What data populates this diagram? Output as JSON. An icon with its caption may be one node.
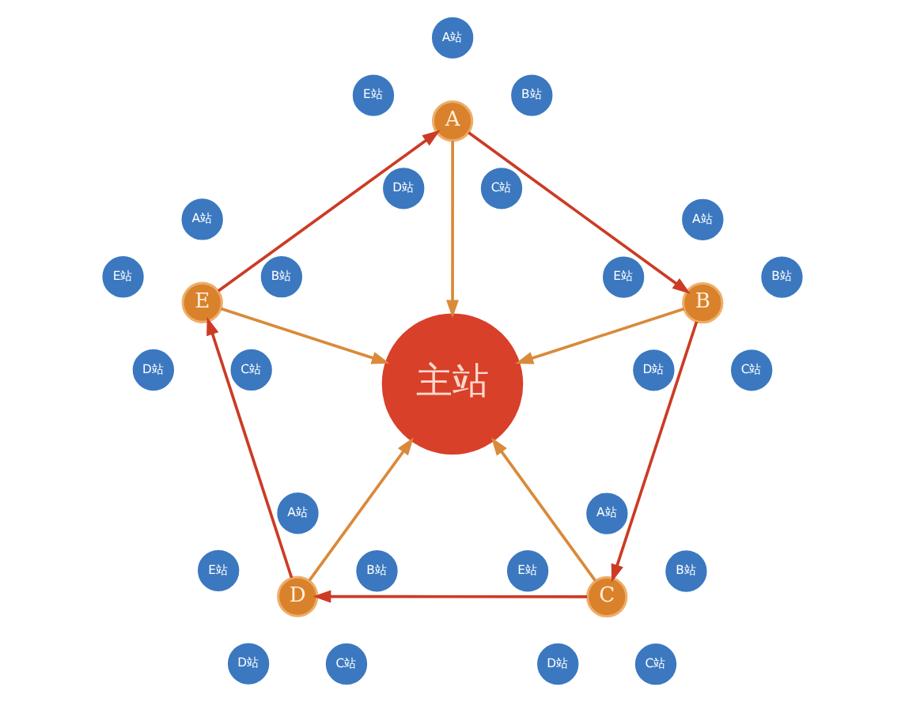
{
  "diagram": {
    "nodes": [
      {
        "text": [
          "A"
        ]
      },
      {
        "text": [
          "A站"
        ]
      },
      {
        "text": [
          "B站"
        ]
      },
      {
        "text": [
          "C站"
        ]
      },
      {
        "text": [
          "D站"
        ]
      },
      {
        "text": [
          "E站"
        ]
      },
      {
        "text": [
          "B"
        ]
      },
      {
        "text": [
          "A站"
        ]
      },
      {
        "text": [
          "B站"
        ]
      },
      {
        "text": [
          "C站"
        ]
      },
      {
        "text": [
          "D站"
        ]
      },
      {
        "text": [
          "E站"
        ]
      },
      {
        "text": [
          "E"
        ]
      },
      {
        "text": [
          "A站"
        ]
      },
      {
        "text": [
          "B站"
        ]
      },
      {
        "text": [
          "C站"
        ]
      },
      {
        "text": [
          "D站"
        ]
      },
      {
        "text": [
          "E站"
        ]
      },
      {
        "text": [
          "主站"
        ]
      },
      {
        "text": [
          "C"
        ]
      },
      {
        "text": [
          "A站"
        ]
      },
      {
        "text": [
          "B站"
        ]
      },
      {
        "text": [
          "C站"
        ]
      },
      {
        "text": [
          "D站"
        ]
      },
      {
        "text": [
          "E站"
        ]
      },
      {
        "text": [
          "D"
        ]
      },
      {
        "text": [
          "A站"
        ]
      },
      {
        "text": [
          "B站"
        ]
      },
      {
        "text": [
          "C站"
        ]
      },
      {
        "text": [
          "D站"
        ]
      },
      {
        "text": [
          "E站"
        ]
      }
    ],
    "edges": [
      {
        "from": 0,
        "to": 6,
        "arrow": "to",
        "color": "#cc3b24"
      },
      {
        "from": 6,
        "to": 19,
        "arrow": "to",
        "color": "#cc3b24"
      },
      {
        "from": 19,
        "to": 25,
        "arrow": "to",
        "color": "#cc3b24"
      },
      {
        "from": 25,
        "to": 12,
        "arrow": "to",
        "color": "#cc3b24"
      },
      {
        "from": 12,
        "to": 0,
        "arrow": "to",
        "color": "#cc3b24"
      },
      {
        "from": 0,
        "to": 18,
        "arrow": "to",
        "color": "#d98a3a"
      },
      {
        "from": 6,
        "to": 18,
        "arrow": "to",
        "color": "#d98a3a"
      },
      {
        "from": 19,
        "to": 18,
        "arrow": "to",
        "color": "#d98a3a"
      },
      {
        "from": 25,
        "to": 18,
        "arrow": "to",
        "color": "#d98a3a"
      },
      {
        "from": 12,
        "to": 18,
        "arrow": "to",
        "color": "#d98a3a"
      }
    ]
  }
}
